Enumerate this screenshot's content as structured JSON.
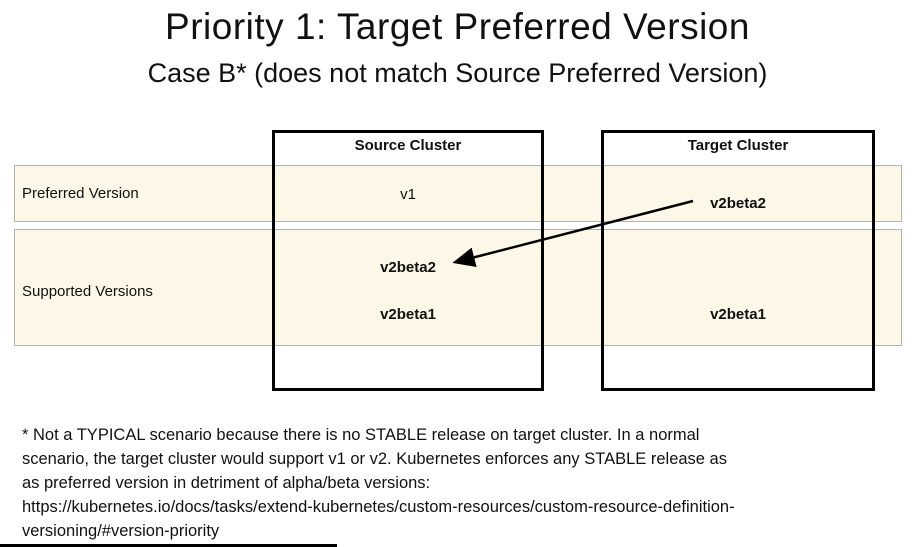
{
  "title": "Priority 1: Target Preferred Version",
  "subtitle": "Case B* (does not match Source Preferred Version)",
  "table": {
    "columns": [
      {
        "label": "Source Cluster"
      },
      {
        "label": "Target Cluster"
      }
    ],
    "rows": [
      {
        "label": "Preferred Version",
        "source": "v1",
        "target": "v2beta2"
      },
      {
        "label": "Supported Versions",
        "source": [
          "v2beta2",
          "v2beta1"
        ],
        "target": [
          "v2beta1"
        ]
      }
    ]
  },
  "arrow": {
    "description": "arrow from target preferred v2beta2 to source supported v2beta2",
    "color": "#000000"
  },
  "footnote": {
    "lines": [
      "* Not a TYPICAL scenario because there is no STABLE release on target cluster. In a normal",
      "scenario, the target cluster would support v1 or v2. Kubernetes enforces any STABLE release as",
      "as preferred version in detriment of alpha/beta versions:",
      "https://kubernetes.io/docs/tasks/extend-kubernetes/custom-resources/custom-resource-definition-",
      "versioning/#version-priority"
    ]
  },
  "colors": {
    "band_fill": "#fdf7e7",
    "band_border": "#b3b3b3",
    "box_border": "#000000",
    "text": "#111111"
  }
}
